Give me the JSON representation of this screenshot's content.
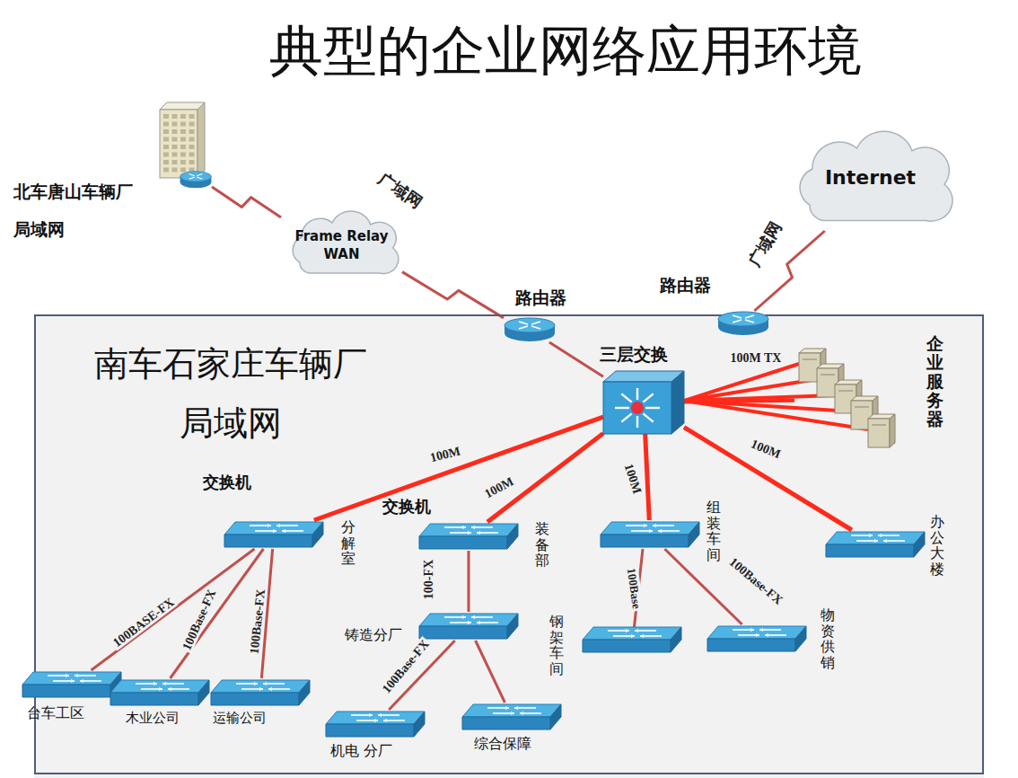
{
  "diagram": {
    "title": "典型的企业网络应用环境",
    "nodes": [
      {
        "text": [
          "北车唐山车辆厂 局域网"
        ]
      },
      {
        "text": [
          "Frame Relay WAN"
        ]
      },
      {
        "text": [
          "Internet"
        ]
      },
      {
        "text": [
          "南车石家庄车辆厂 局域网"
        ]
      },
      {
        "text": [
          "路由器"
        ],
        "in": 3
      },
      {
        "text": [
          "路由器"
        ],
        "in": 3
      },
      {
        "text": [
          "三层交换"
        ],
        "in": 3
      },
      {
        "text": [
          "企业服务器"
        ],
        "in": 3
      },
      {
        "text": [
          "交换机",
          "分解室"
        ],
        "in": 3
      },
      {
        "text": [
          "交换机",
          "装备部"
        ],
        "in": 3
      },
      {
        "text": [
          "组装车间"
        ],
        "in": 3
      },
      {
        "text": [
          "办公大楼"
        ],
        "in": 3
      },
      {
        "text": [
          "铸造分厂"
        ],
        "in": 3
      },
      {
        "text": [
          "台车工区"
        ],
        "in": 3
      },
      {
        "text": [
          "木业公司"
        ],
        "in": 3
      },
      {
        "text": [
          "运输公司"
        ],
        "in": 3
      },
      {
        "text": [
          "机电 分厂"
        ],
        "in": 3
      },
      {
        "text": [
          "综合保障"
        ],
        "in": 3
      },
      {
        "text": [
          "物资供销"
        ],
        "in": 3
      }
    ],
    "edges": [
      {
        "from": 0,
        "to": 1,
        "arrow": "none"
      },
      {
        "from": 1,
        "to": 4,
        "arrow": "none"
      },
      {
        "from": 2,
        "to": 5,
        "arrow": "none"
      },
      {
        "from": 4,
        "to": 6,
        "arrow": "none"
      },
      {
        "from": 6,
        "to": 7,
        "label": "100M TX",
        "arrow": "none"
      },
      {
        "from": 6,
        "to": 8,
        "label": "100M",
        "arrow": "none"
      },
      {
        "from": 6,
        "to": 9,
        "label": "100M",
        "arrow": "none"
      },
      {
        "from": 6,
        "to": 10,
        "label": "100M",
        "arrow": "none"
      },
      {
        "from": 6,
        "to": 11,
        "label": "100M",
        "arrow": "none"
      },
      {
        "from": 8,
        "to": 13,
        "label": "100BASE-FX",
        "arrow": "none"
      },
      {
        "from": 8,
        "to": 14,
        "label": "100Base-FX",
        "arrow": "none"
      },
      {
        "from": 8,
        "to": 15,
        "label": "100Base-FX",
        "arrow": "none"
      },
      {
        "from": 9,
        "to": 12,
        "label": "100-FX",
        "arrow": "none"
      },
      {
        "from": 12,
        "to": 16,
        "label": "100Base-FX",
        "arrow": "none"
      },
      {
        "from": 12,
        "to": 17,
        "arrow": "none"
      },
      {
        "from": 10,
        "to": 18,
        "label": "100Base-FX",
        "arrow": "none"
      }
    ],
    "labels": [
      "广域网",
      "广域网",
      "钢架车间",
      "100Base"
    ]
  }
}
